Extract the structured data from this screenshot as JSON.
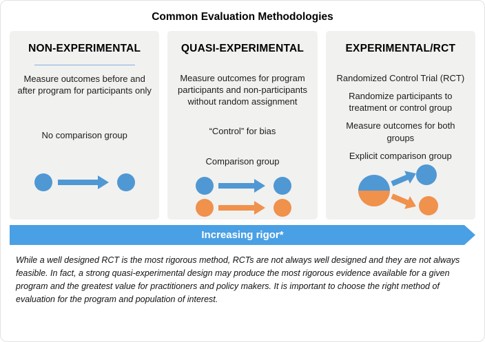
{
  "title": "Common Evaluation Methodologies",
  "colors": {
    "blue": "#4f98d3",
    "orange": "#f0914c",
    "banner_blue": "#4aa0e4",
    "panel_bg": "#f1f1f0",
    "divider": "#84aede"
  },
  "columns": [
    {
      "heading": "NON-EXPERIMENTAL",
      "points": [
        "Measure outcomes before and after program for participants only",
        "No comparison group"
      ]
    },
    {
      "heading": "QUASI-EXPERIMENTAL",
      "points": [
        "Measure outcomes for program participants and non-participants without random assignment",
        "“Control” for bias",
        "Comparison group"
      ]
    },
    {
      "heading": "EXPERIMENTAL/RCT",
      "points": [
        "Randomized Control Trial (RCT)",
        "Randomize participants to treatment or control group",
        "Measure outcomes for both groups",
        "Explicit comparison group"
      ]
    }
  ],
  "banner": {
    "label": "Increasing rigor*"
  },
  "footnote": "While a well designed RCT is the most rigorous method, RCTs are not always well designed and they are not always feasible. In fact, a strong quasi-experimental design may produce the most rigorous evidence available for a given program and the greatest value for practitioners and policy makers. It is important to choose the right method of evaluation for the program and population of interest."
}
